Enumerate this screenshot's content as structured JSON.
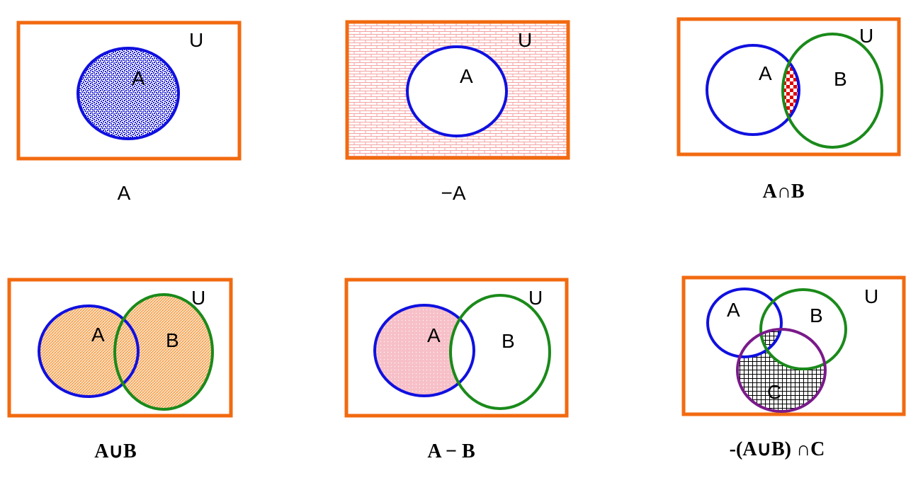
{
  "universe_label": "U",
  "colors": {
    "border": "#f26a10",
    "set_a": "#1010e0",
    "set_b": "#1a8a1a",
    "set_c": "#7a1a8a",
    "fill_a_pattern": "#2020d0",
    "fill_complement": "#f5a0a0",
    "fill_intersection_red": "#e00000",
    "fill_union": "#f5a050",
    "fill_difference": "#f7c0c8",
    "fill_grid": "#000000"
  },
  "diagrams": [
    {
      "caption": "A",
      "labels": {
        "a": "A",
        "u": "U"
      },
      "fill": "blue-dotted-pattern"
    },
    {
      "caption": "−A",
      "labels": {
        "a": "A",
        "u": "U"
      },
      "fill": "pink-brick-pattern"
    },
    {
      "caption": "A∩B",
      "labels": {
        "a": "A",
        "b": "B",
        "u": "U"
      },
      "fill": "red-checker-pattern"
    },
    {
      "caption": "A∪B",
      "labels": {
        "a": "A",
        "b": "B",
        "u": "U"
      },
      "fill": "orange-hatch-pattern"
    },
    {
      "caption": "A − B",
      "labels": {
        "a": "A",
        "b": "B",
        "u": "U"
      },
      "fill": "pink-dotted-pattern"
    },
    {
      "caption": "-(A∪B) ∩C",
      "labels": {
        "a": "A",
        "b": "B",
        "c": "C",
        "u": "U"
      },
      "fill": "black-grid-pattern"
    }
  ]
}
